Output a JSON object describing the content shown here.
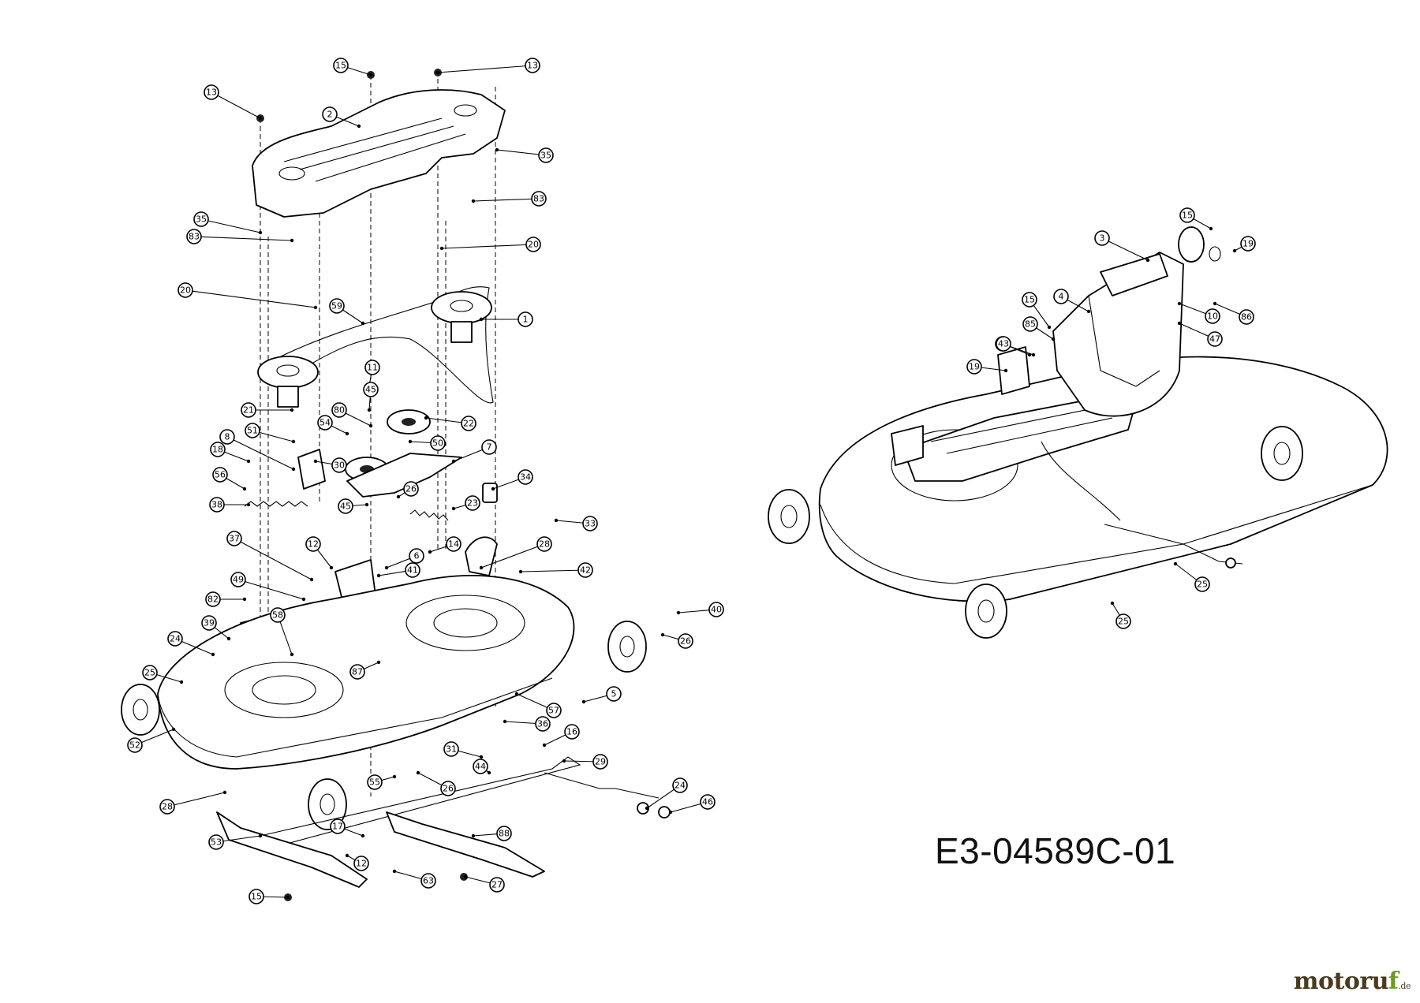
{
  "drawing_id": "E3-04589C-01",
  "brand": {
    "name": "motoruf",
    "accent_letter": "f",
    "tld": ".de",
    "accent_color": "#6b9a20"
  },
  "callouts_left": [
    "15",
    "13",
    "13",
    "2",
    "35",
    "83",
    "35",
    "83",
    "20",
    "20",
    "59",
    "1",
    "11",
    "45",
    "80",
    "22",
    "21",
    "51",
    "54",
    "50",
    "8",
    "18",
    "56",
    "30",
    "7",
    "34",
    "38",
    "45",
    "26",
    "23",
    "37",
    "12",
    "6",
    "14",
    "28",
    "41",
    "42",
    "33",
    "49",
    "82",
    "39",
    "58",
    "24",
    "25",
    "87",
    "57",
    "5",
    "26",
    "40",
    "52",
    "36",
    "16",
    "31",
    "44",
    "29",
    "55",
    "26",
    "24",
    "46",
    "28",
    "17",
    "88",
    "53",
    "12",
    "63",
    "15",
    "27",
    "27"
  ],
  "callouts_right": [
    "3",
    "15",
    "19",
    "43",
    "10",
    "86",
    "47",
    "4",
    "15",
    "85",
    "43",
    "19",
    "25",
    "25"
  ]
}
